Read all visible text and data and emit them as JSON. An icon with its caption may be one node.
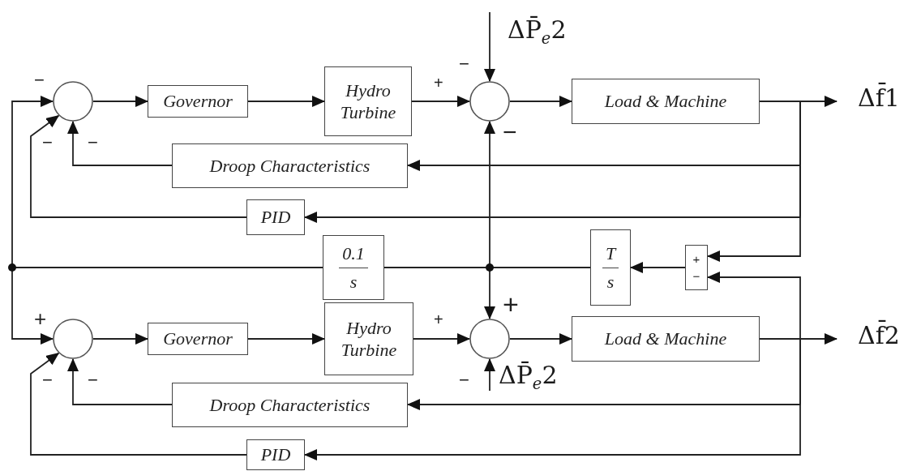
{
  "diagram": {
    "nodes": [
      {
        "text": [],
        "shape": "circle"
      },
      {
        "text": [
          "Governor"
        ]
      },
      {
        "text": [
          "Hydro Turbine"
        ]
      },
      {
        "text": [],
        "shape": "circle"
      },
      {
        "text": [
          "Load & Machine"
        ]
      },
      {
        "text": [
          "Δf̄1"
        ]
      },
      {
        "text": [
          "Droop Characteristics"
        ]
      },
      {
        "text": [
          "PID"
        ]
      },
      {
        "text": [
          "0.1",
          "s"
        ]
      },
      {
        "text": [
          "T",
          "s"
        ]
      },
      {
        "text": [
          "+",
          "−"
        ]
      },
      {
        "text": [],
        "shape": "circle"
      },
      {
        "text": [
          "Governor"
        ]
      },
      {
        "text": [
          "Hydro Turbine"
        ]
      },
      {
        "text": [],
        "shape": "circle"
      },
      {
        "text": [
          "Load & Machine"
        ]
      },
      {
        "text": [
          "Δf̄2"
        ]
      },
      {
        "text": [
          "Droop Characteristics"
        ]
      },
      {
        "text": [
          "PID"
        ]
      }
    ],
    "edges": [
      {
        "from": 0,
        "to": 1,
        "arrow": "to"
      },
      {
        "from": 1,
        "to": 2,
        "arrow": "to"
      },
      {
        "from": 2,
        "to": 3,
        "arrow": "to"
      },
      {
        "from": 3,
        "to": 4,
        "arrow": "to"
      },
      {
        "from": 4,
        "to": 5,
        "arrow": "to"
      },
      {
        "from": 4,
        "to": 6,
        "arrow": "to"
      },
      {
        "from": 4,
        "to": 7,
        "arrow": "to"
      },
      {
        "from": 4,
        "to": 10,
        "arrow": "to"
      },
      {
        "from": 6,
        "to": 0,
        "arrow": "to"
      },
      {
        "from": 7,
        "to": 0,
        "arrow": "to"
      },
      {
        "from": 10,
        "to": 9,
        "arrow": "to"
      },
      {
        "from": 9,
        "to": 8,
        "arrow": "none"
      },
      {
        "from": 9,
        "to": 3,
        "arrow": "to"
      },
      {
        "from": 9,
        "to": 14,
        "arrow": "to"
      },
      {
        "from": 8,
        "to": 0,
        "arrow": "to"
      },
      {
        "from": 8,
        "to": 11,
        "arrow": "to"
      },
      {
        "from": 11,
        "to": 12,
        "arrow": "to"
      },
      {
        "from": 12,
        "to": 13,
        "arrow": "to"
      },
      {
        "from": 13,
        "to": 14,
        "arrow": "to"
      },
      {
        "from": 14,
        "to": 15,
        "arrow": "to"
      },
      {
        "from": 15,
        "to": 16,
        "arrow": "to"
      },
      {
        "from": 15,
        "to": 17,
        "arrow": "to"
      },
      {
        "from": 15,
        "to": 18,
        "arrow": "to"
      },
      {
        "from": 15,
        "to": 10,
        "arrow": "to"
      },
      {
        "from": 17,
        "to": 11,
        "arrow": "to"
      },
      {
        "from": 18,
        "to": 11,
        "arrow": "to"
      },
      {
        "from": null,
        "to": 3,
        "arrow": "to"
      },
      {
        "from": null,
        "to": 14,
        "arrow": "to"
      }
    ],
    "labels": [
      "−",
      "ΔP̄$_{e}$2",
      "−",
      "+",
      "−",
      "−",
      "−",
      "+",
      "+",
      "+",
      "−",
      "−",
      "−",
      "ΔP̄$_{e}$2"
    ]
  }
}
